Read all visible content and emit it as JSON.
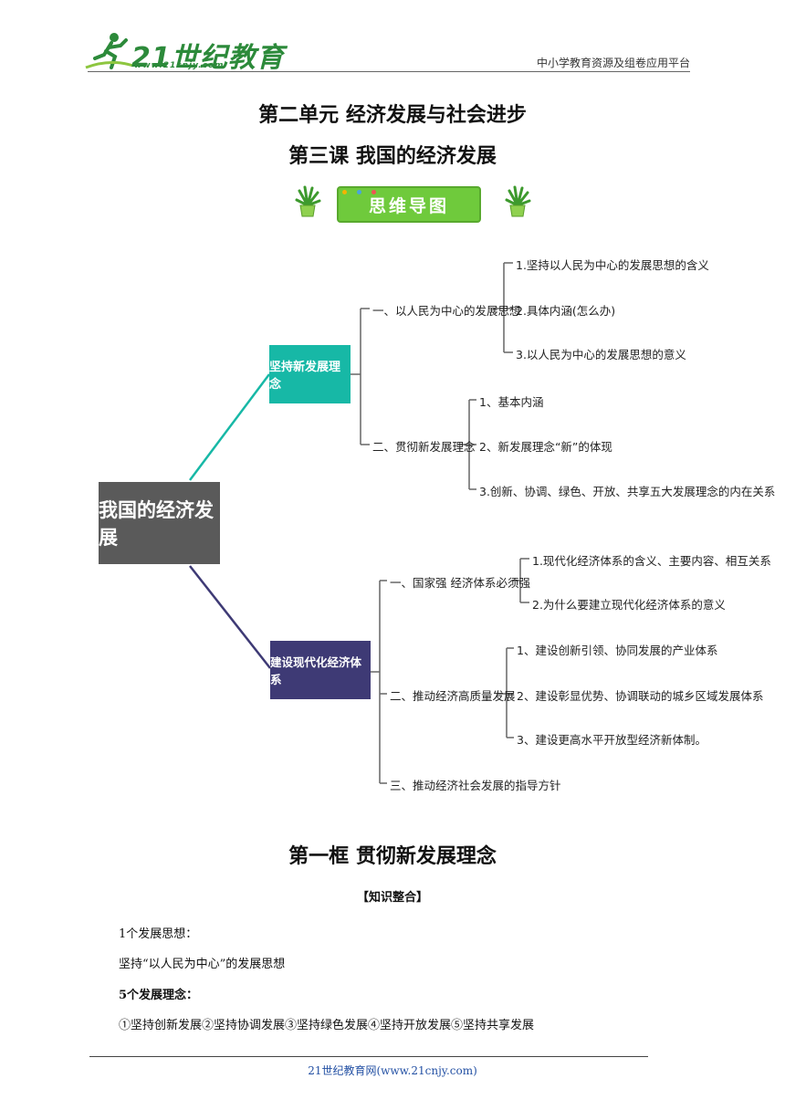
{
  "header": {
    "logo_text": "21世纪教育",
    "logo_url": "www.21cnjy.com",
    "tagline": "中小学教育资源及组卷应用平台"
  },
  "titles": {
    "unit": "第二单元  经济发展与社会进步",
    "lesson": "第三课  我国的经济发展",
    "section": "第一框  贯彻新发展理念"
  },
  "banner": {
    "label": "思维导图"
  },
  "mindmap": {
    "root": "我国的经济发展",
    "branch1": {
      "label": "坚持新发展理念",
      "sub1": {
        "label": "一、以人民为中心的发展思想",
        "items": [
          "1.坚持以人民为中心的发展思想的含义",
          "2.具体内涵(怎么办)",
          "3.以人民为中心的发展思想的意义"
        ]
      },
      "sub2": {
        "label": "二、贯彻新发展理念",
        "items": [
          "1、基本内涵",
          "2、新发展理念“新”的体现",
          "3.创新、协调、绿色、开放、共享五大发展理念的内在关系"
        ]
      }
    },
    "branch2": {
      "label": "建设现代化经济体系",
      "sub1": {
        "label": "一、国家强  经济体系必须强",
        "items": [
          "1.现代化经济体系的含义、主要内容、相互关系",
          "2.为什么要建立现代化经济体系的意义"
        ]
      },
      "sub2": {
        "label": "二、推动经济高质量发展",
        "items": [
          "1、建设创新引领、协同发展的产业体系",
          "2、建设彰显优势、协调联动的城乡区域发展体系",
          "3、建设更高水平开放型经济新体制。"
        ]
      },
      "sub3": {
        "label": "三、推动经济社会发展的指导方针"
      }
    }
  },
  "content": {
    "heading": "【知识整合】",
    "line1": "1个发展思想：",
    "line2": "坚持“以人民为中心”的发展思想",
    "line3": "5个发展理念：",
    "line4": "①坚持创新发展②坚持协调发展③坚持绿色发展④坚持开放发展⑤坚持共享发展"
  },
  "footer": {
    "text": "21世纪教育网(www.21cnjy.com)"
  },
  "colors": {
    "teal": "#17b8a6",
    "purple": "#3e3a75",
    "root_gray": "#5a5a5a",
    "banner_green": "#6fca3c"
  }
}
